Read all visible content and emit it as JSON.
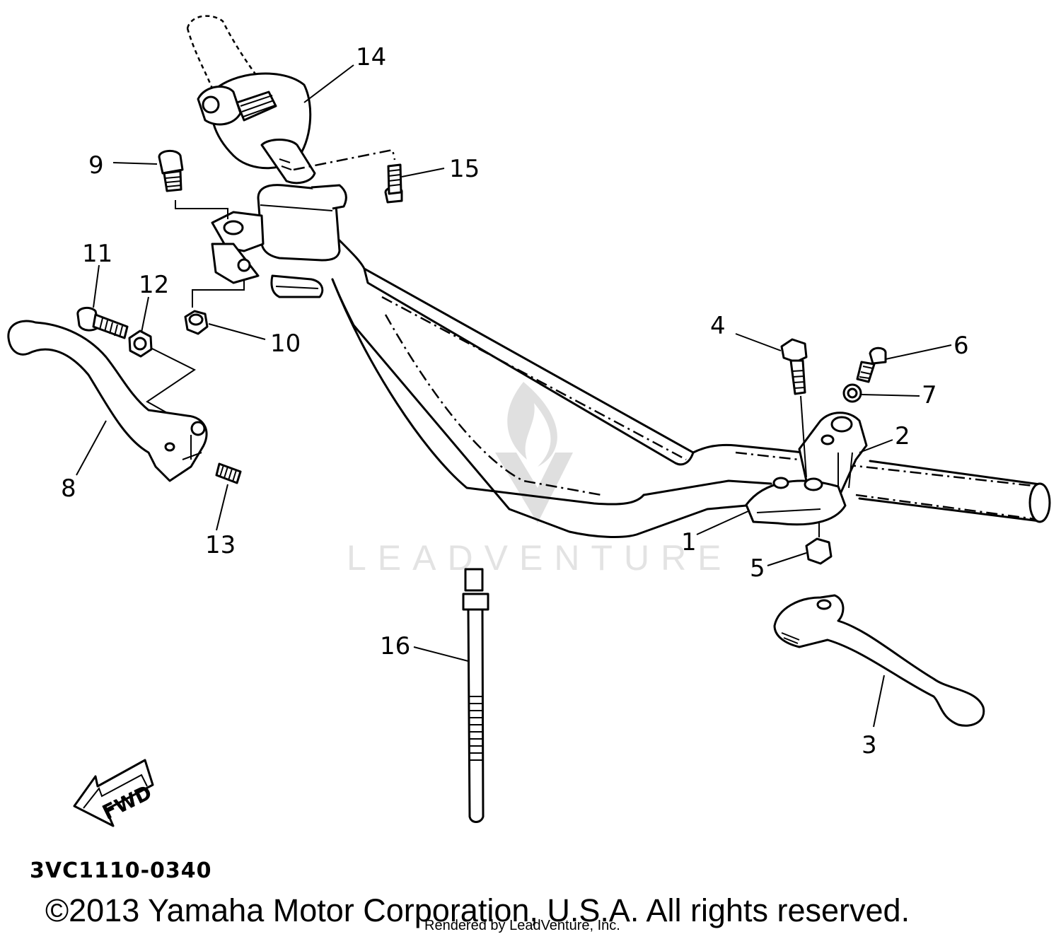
{
  "diagram_code": "3VC1110-0340",
  "copyright": "©2013 Yamaha Motor Corporation, U.S.A. All rights reserved.",
  "rendered_by": "Rendered by LeadVenture, Inc.",
  "watermark": "LEADVENTURE",
  "fwd_label": "FWD",
  "callouts": {
    "c1": "1",
    "c2": "2",
    "c3": "3",
    "c4": "4",
    "c5": "5",
    "c6": "6",
    "c7": "7",
    "c8": "8",
    "c9": "9",
    "c10": "10",
    "c11": "11",
    "c12": "12",
    "c13": "13",
    "c14": "14",
    "c15": "15",
    "c16": "16"
  },
  "colors": {
    "line": "#000000",
    "background": "#ffffff",
    "watermark": "#e3e3e3"
  }
}
